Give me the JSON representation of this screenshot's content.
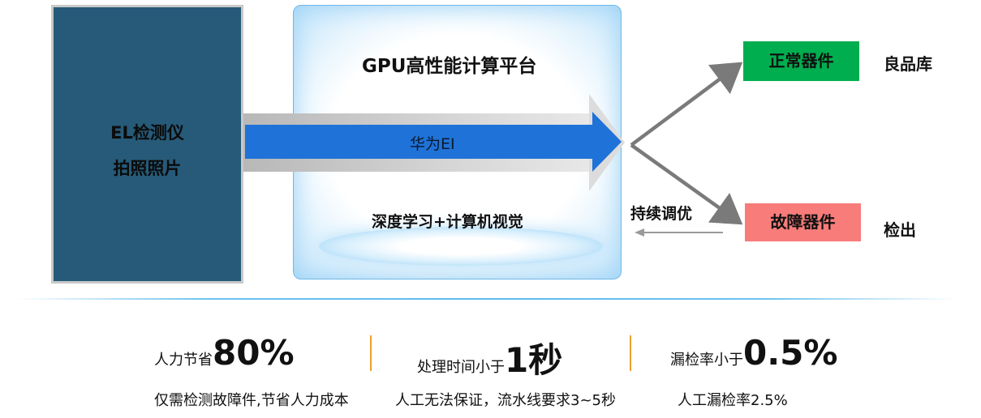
{
  "source": {
    "line1": "EL检测仪",
    "line2": "拍照照片"
  },
  "platform": {
    "title": "GPU高性能计算平台",
    "arrow_label": "华为EI",
    "subtitle": "深度学习+计算机视觉"
  },
  "feedback_label": "持续调优",
  "outcomes": [
    {
      "badge": "正常器件",
      "destination": "良品库",
      "color": "#00ae4f"
    },
    {
      "badge": "故障器件",
      "destination": "检出",
      "color": "#f77c7a"
    }
  ],
  "stats": [
    {
      "prefix": "人力节省",
      "value": "80%",
      "desc": "仅需检测故障件,节省人力成本"
    },
    {
      "prefix": "处理时间小于",
      "value": "1秒",
      "desc": "人工无法保证，流水线要求3~5秒"
    },
    {
      "prefix": "漏检率小于",
      "value": "0.5%",
      "desc": "人工漏检率2.5%"
    }
  ],
  "colors": {
    "el_box": "#265a78",
    "arrow_blue": "#1f72d8",
    "divider": "#e8a22a"
  }
}
